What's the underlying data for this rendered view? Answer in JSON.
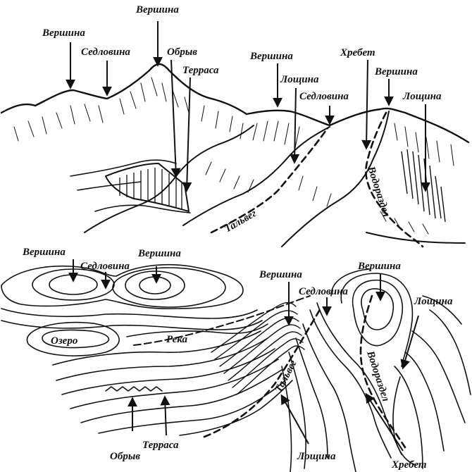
{
  "top": {
    "labels": {
      "peak_main": "Вершина",
      "peak_left": "Вершина",
      "saddle_left": "Седловина",
      "cliff": "Обрыв",
      "terrace": "Терраса",
      "peak_mid": "Вершина",
      "gully_mid": "Лощина",
      "saddle_right": "Седловина",
      "ridge": "Хребет",
      "peak_right": "Вершина",
      "gully_right": "Лощина",
      "thalweg": "Тальвег",
      "watershed": "Водораздел"
    }
  },
  "bottom": {
    "labels": {
      "peak_left": "Вершина",
      "saddle_left": "Седловина",
      "peak_left2": "Вершина",
      "peak_mid": "Вершина",
      "saddle_mid": "Седловина",
      "peak_right": "Вершина",
      "gully_right": "Лощина",
      "lake": "Озеро",
      "river": "Река",
      "thalweg": "Тальвег",
      "watershed": "Водораздел",
      "cliff": "Обрыв",
      "terrace": "Терраса",
      "gully_bottom": "Лощина",
      "ridge": "Хребет"
    }
  }
}
